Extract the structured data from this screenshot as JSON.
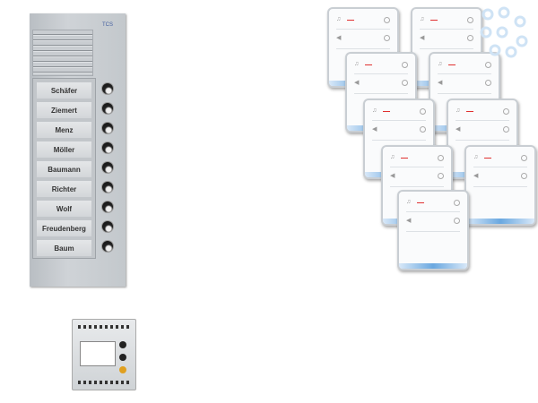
{
  "door_panel": {
    "names": [
      "Schäfer",
      "Ziemert",
      "Menz",
      "Möller",
      "Baumann",
      "Richter",
      "Wolf",
      "Freudenberg",
      "Baum"
    ]
  },
  "indoor_station_count": 9,
  "accent_color": "#6aa8e0"
}
